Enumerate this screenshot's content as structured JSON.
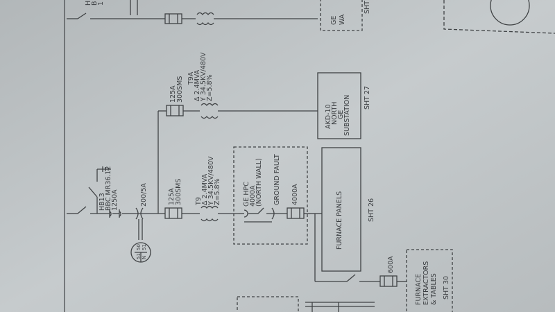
{
  "colors": {
    "paper": "#c3c8ca",
    "ink": "#3f4244",
    "shadow": "#8f9597"
  },
  "hb13": {
    "l1": "HB13",
    "l2": "BBC MR36.12",
    "l3": "1250A"
  },
  "ct_ratio": "200/5A",
  "relay": {
    "top": "50",
    "mid": "51",
    "right1": "51",
    "right2": "N",
    "left": "50"
  },
  "fuse_t9": {
    "l1": "125A",
    "l2": "300SMS"
  },
  "fuse_t9a": {
    "l1": "125A",
    "l2": "300SMS"
  },
  "t9": {
    "name": "T9",
    "l1": "Δ 2.4MVA",
    "l2": "Y 34.5KV/480V",
    "l3": "Z=5.8%"
  },
  "t9a": {
    "name": "T9A",
    "l1": "Δ 2.4MVA",
    "l2": "Y 34.5KV/480V",
    "l3": "Z=5.8%"
  },
  "ge_hpc": {
    "l1": "GE HPC",
    "l2": "4000A",
    "l3": "(NORTH WALL)"
  },
  "ground_fault": "GROUND FAULT",
  "breaker_4000": "4000A",
  "furnace_panels": {
    "label": "FURNACE PANELS",
    "sheet": "SHT 26"
  },
  "akd10": {
    "l1": "AKD-10",
    "l2": "NORTH",
    "l3": "GE",
    "l4": "SUBSTATION",
    "sheet": "SHT 27"
  },
  "top_box": {
    "l1": "GE",
    "l2": "WA"
  },
  "top_sheet": "SHT",
  "top_left_label": {
    "l1": "H",
    "l2": "B",
    "l3": "1"
  },
  "fuse_600": "600A",
  "extractors": {
    "l1": "FURNACE",
    "l2": "EXTRACTORS",
    "l3": "& TABLES",
    "sheet": "SHT 30"
  }
}
